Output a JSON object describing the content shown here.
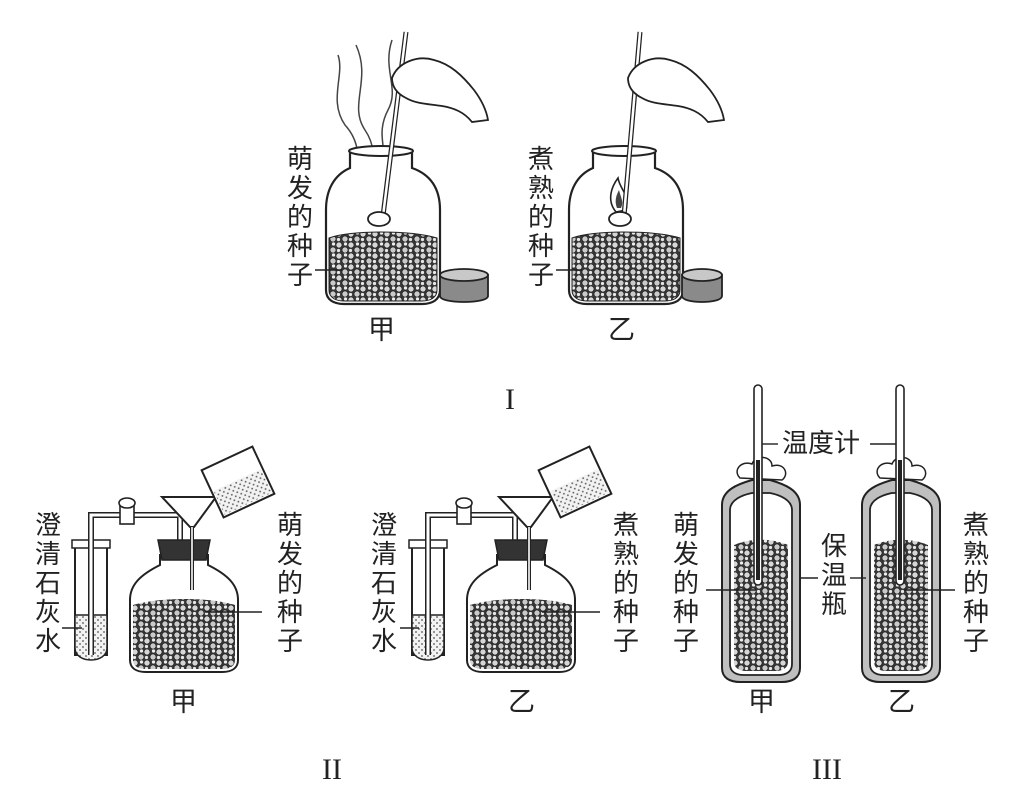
{
  "section_I": {
    "numeral": "I",
    "left": {
      "label": "萌发的种子",
      "caption": "甲"
    },
    "right": {
      "label": "煮熟的种子",
      "caption": "乙"
    }
  },
  "section_II": {
    "numeral": "II",
    "left": {
      "tube_label": "澄清石灰水",
      "seed_label": "萌发的种子",
      "caption": "甲"
    },
    "right": {
      "tube_label": "澄清石灰水",
      "seed_label": "煮熟的种子",
      "caption": "乙"
    }
  },
  "section_III": {
    "numeral": "III",
    "thermometer_label": "温度计",
    "flask_label": "保温瓶",
    "left": {
      "seed_label": "萌发的种子",
      "caption": "甲"
    },
    "right": {
      "seed_label": "煮熟的种子",
      "caption": "乙"
    }
  }
}
